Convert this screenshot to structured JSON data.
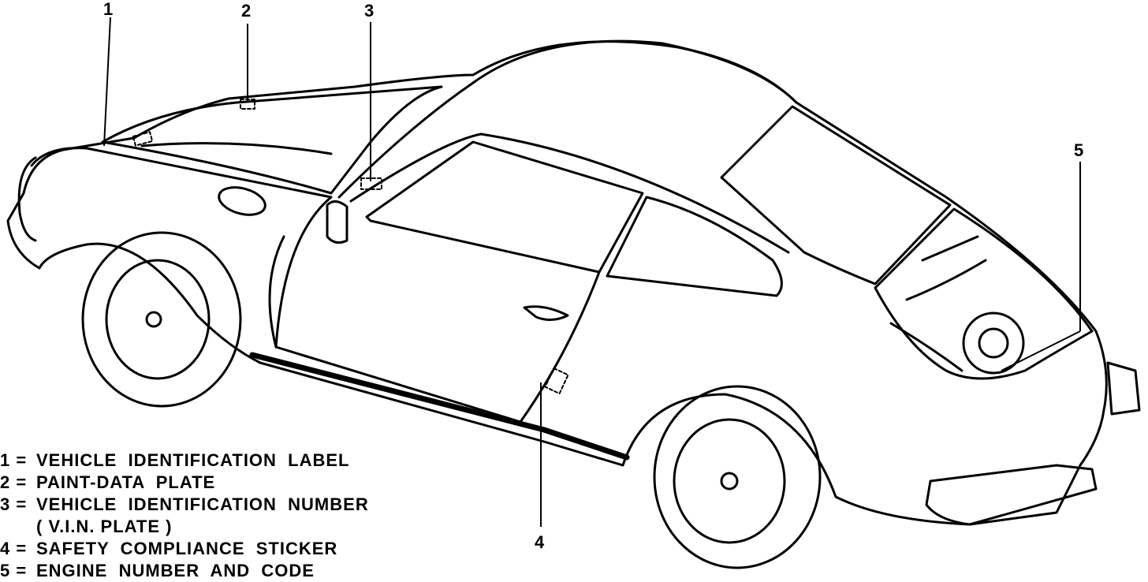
{
  "callouts": [
    {
      "id": "1"
    },
    {
      "id": "2"
    },
    {
      "id": "3"
    },
    {
      "id": "4"
    },
    {
      "id": "5"
    }
  ],
  "legend": [
    {
      "key": "1 =",
      "text": "VEHICLE  IDENTIFICATION  LABEL"
    },
    {
      "key": "2 =",
      "text": "PAINT-DATA  PLATE"
    },
    {
      "key": "3 =",
      "text": "VEHICLE  IDENTIFICATION  NUMBER",
      "continuation": "( V.I.N. PLATE )"
    },
    {
      "key": "4 =",
      "text": "SAFETY  COMPLIANCE  STICKER"
    },
    {
      "key": "5 =",
      "text": "ENGINE  NUMBER  AND  CODE"
    }
  ],
  "colors": {
    "ink": "#000000",
    "paper": "#ffffff"
  }
}
